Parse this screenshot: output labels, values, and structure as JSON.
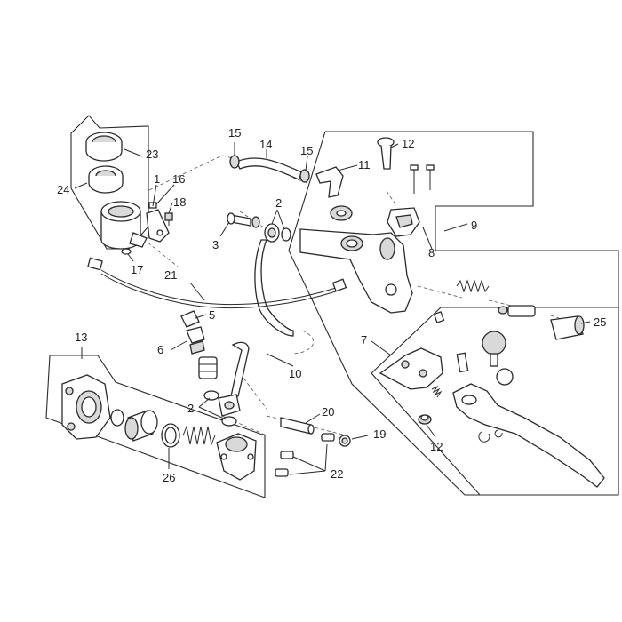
{
  "labels": {
    "l1": "1",
    "l2a": "2",
    "l2b": "2",
    "l3": "3",
    "l5": "5",
    "l6": "6",
    "l7": "7",
    "l8": "8",
    "l9": "9",
    "l10": "10",
    "l11": "11",
    "l12a": "12",
    "l12b": "12",
    "l13": "13",
    "l14": "14",
    "l15a": "15",
    "l15b": "15",
    "l16": "16",
    "l17": "17",
    "l18": "18",
    "l19": "19",
    "l20": "20",
    "l21": "21",
    "l22": "22",
    "l23": "23",
    "l24": "24",
    "l25": "25",
    "l26": "26"
  }
}
